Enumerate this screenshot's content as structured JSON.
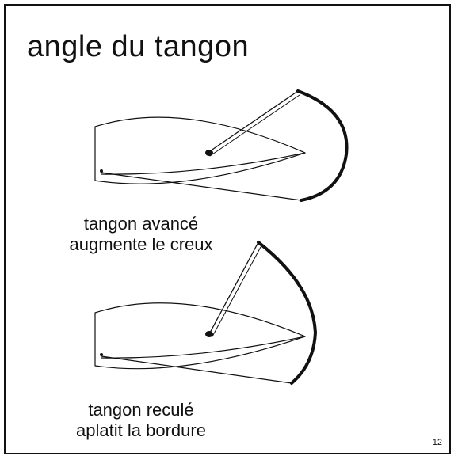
{
  "title": "angle du tangon",
  "diagrams": [
    {
      "caption_line1": "tangon avancé",
      "caption_line2": "augmente le creux"
    },
    {
      "caption_line1": "tangon reculé",
      "caption_line2": "aplatit la bordure"
    }
  ],
  "page_number": "12",
  "colors": {
    "ink": "#111111",
    "background": "#ffffff"
  }
}
